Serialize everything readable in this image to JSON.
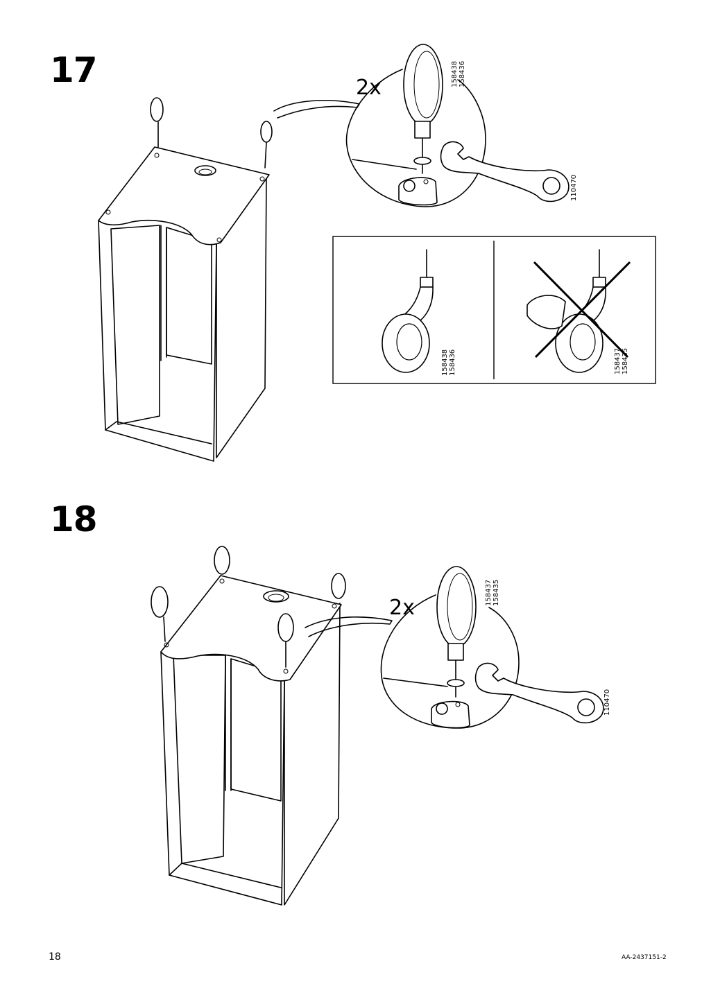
{
  "steps": [
    {
      "number": "17",
      "quantity": "2x",
      "part_codes": [
        "158438",
        "158436"
      ],
      "tool_code": "110470",
      "check_panel": {
        "correct_codes": [
          "158438",
          "158436"
        ],
        "wrong_codes": [
          "158437",
          "158435"
        ]
      }
    },
    {
      "number": "18",
      "quantity": "2x",
      "part_codes": [
        "158437",
        "158435"
      ],
      "tool_code": "110470"
    }
  ],
  "footer": {
    "page_number": "18",
    "document_id": "AA-2437151-2"
  }
}
